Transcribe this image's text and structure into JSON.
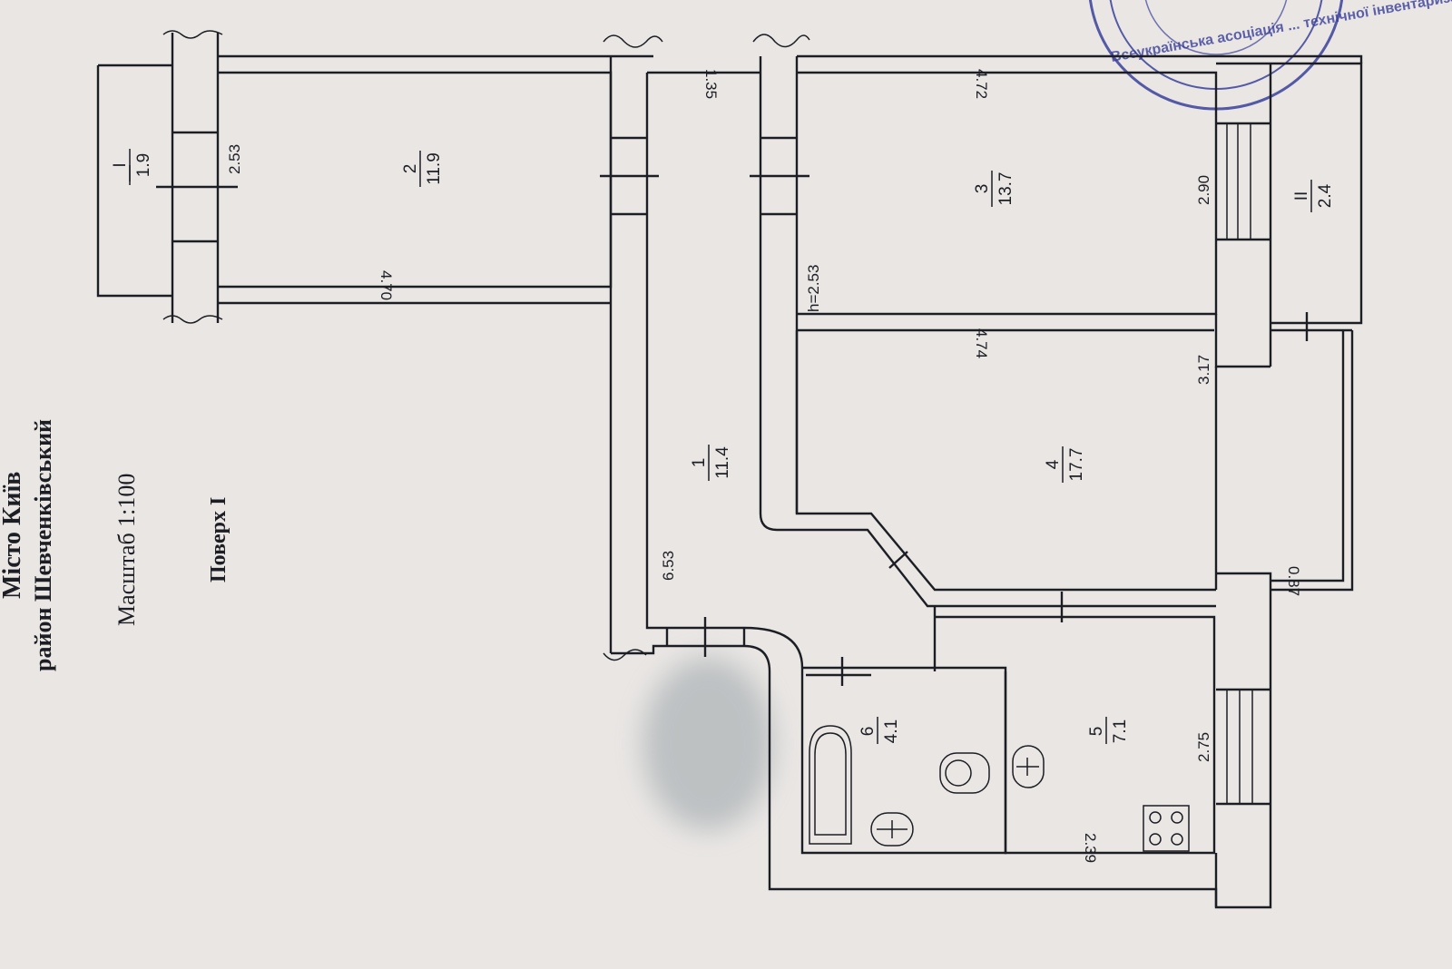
{
  "header": {
    "line_top_partial": "Місто Київ",
    "district": "район Шевченківський",
    "scale": "Масштаб 1:100",
    "floor": "Поверх I"
  },
  "stamp": {
    "text": "Всеукраїнська асоціація ... технічної інвентаризації ... Київ",
    "color": "#3a3f9a"
  },
  "rooms": [
    {
      "id": "balcony-1",
      "number": "I",
      "area": "1.9"
    },
    {
      "id": "room-2",
      "number": "2",
      "area": "11.9"
    },
    {
      "id": "corridor-1",
      "number": "1",
      "area": "11.4"
    },
    {
      "id": "room-3",
      "number": "3",
      "area": "13.7"
    },
    {
      "id": "balcony-2",
      "number": "II",
      "area": "2.4"
    },
    {
      "id": "room-4",
      "number": "4",
      "area": "17.7"
    },
    {
      "id": "kitchen-5",
      "number": "5",
      "area": "7.1"
    },
    {
      "id": "bath-6",
      "number": "6",
      "area": "4.1"
    }
  ],
  "dimensions": {
    "d_2_53_left": "2.53",
    "d_4_70": "4.70",
    "d_1_35": "1.35",
    "d_6_53": "6.53",
    "d_4_72": "4.72",
    "d_height": "h=2.53",
    "d_2_90": "2.90",
    "d_4_74": "4.74",
    "d_3_17": "3.17",
    "d_0_87": "0.87",
    "d_2_75": "2.75",
    "d_2_39": "2.39"
  },
  "colors": {
    "paper": "#e9e6e4",
    "ink": "#1d1e24",
    "stamp": "#3a3f9a"
  }
}
